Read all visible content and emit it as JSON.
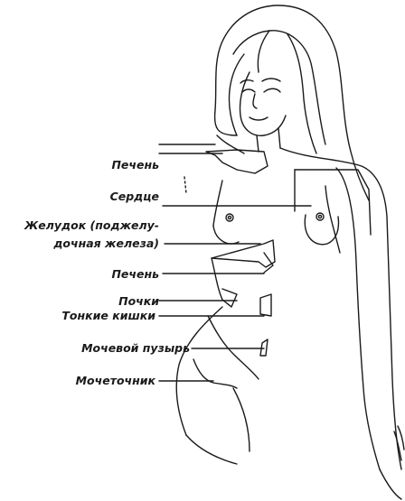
{
  "labels": {
    "liver_upper": "Печень",
    "heart": "Сердце",
    "stomach_line1": "Желудок (поджелу-",
    "stomach_line2": "дочная железа)",
    "liver_lower": "Печень",
    "kidneys": "Почки",
    "small_intestine": "Тонкие кишки",
    "bladder": "Мочевой пузырь",
    "ureter": "Мочеточник"
  },
  "colors": {
    "line": "#1a1a1a",
    "background": "#ffffff"
  }
}
